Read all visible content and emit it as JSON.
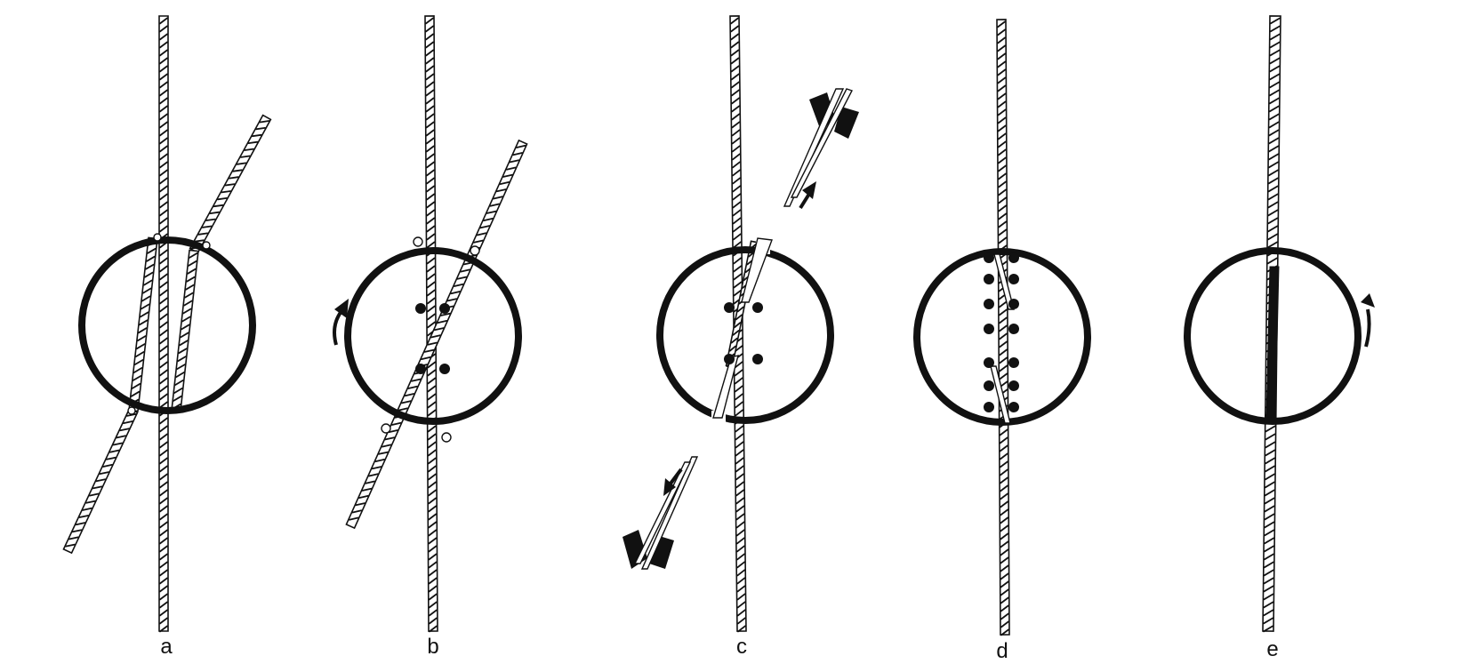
{
  "figure": {
    "panels": [
      {
        "id": "a",
        "label": "a"
      },
      {
        "id": "b",
        "label": "b"
      },
      {
        "id": "c",
        "label": "c"
      },
      {
        "id": "d",
        "label": "d"
      },
      {
        "id": "e",
        "label": "e"
      }
    ],
    "colors": {
      "ink": "#111111",
      "paper": "#ffffff"
    }
  }
}
